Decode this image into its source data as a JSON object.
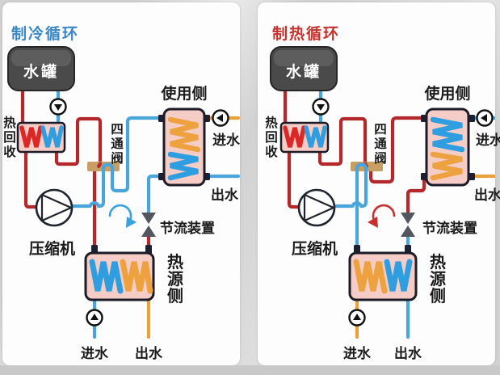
{
  "colors": {
    "hot_pipe": "#b4282c",
    "cold_pipe": "#4aa6da",
    "warm_water_pipe": "#e8a23c",
    "coil_red": "#dc2727",
    "coil_blue": "#2e9ee0",
    "coil_orange": "#eda23f",
    "exchanger_fill": "#f5cdc6",
    "valve_tan": "#c89e62",
    "throttle_gray": "#53565e",
    "cooling_title": "#3887c9",
    "heating_title": "#c5322d",
    "tank_dark": "#3a3a3a"
  },
  "panels": [
    {
      "title": "制冷循环",
      "title_color": "#3887c9",
      "tank_label": "水罐",
      "heat_recovery_label": "热回收",
      "four_way_valve_label": "四通阀",
      "usage_side_label": "使用侧",
      "usage_inlet_label": "进水",
      "usage_outlet_label": "出水",
      "compressor_label": "压缩机",
      "throttle_label": "节流装置",
      "heat_source_label": "热源侧",
      "source_inlet_label": "进水",
      "source_outlet_label": "出水"
    },
    {
      "title": "制热循环",
      "title_color": "#c5322d",
      "tank_label": "水罐",
      "heat_recovery_label": "热回收",
      "four_way_valve_label": "四通阀",
      "usage_side_label": "使用侧",
      "usage_inlet_label": "进水",
      "usage_outlet_label": "出水",
      "compressor_label": "压缩机",
      "throttle_label": "节流装置",
      "heat_source_label": "热源侧",
      "source_inlet_label": "进水",
      "source_outlet_label": "出水"
    }
  ]
}
